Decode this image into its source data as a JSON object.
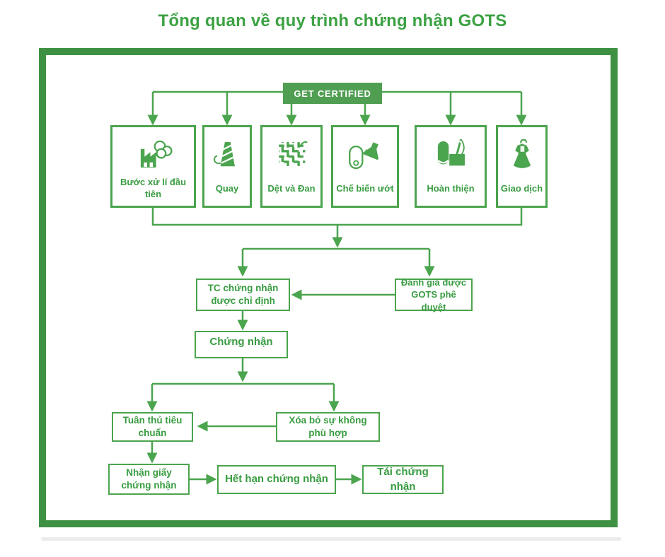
{
  "title": "Tổng quan về quy trình chứng nhận GOTS",
  "colors": {
    "line_green": "#4BA44E",
    "text_green": "#389C41",
    "frame_green": "#3E9142",
    "badge_green": "#4F9E52",
    "badge_text": "#FFFFFF"
  },
  "badge": {
    "label": "GET CERTIFIED"
  },
  "stages": [
    {
      "label": "Bước xử lí đầu tiên",
      "icon": "factory-cotton-icon"
    },
    {
      "label": "Quay",
      "icon": "yarn-cone-icon"
    },
    {
      "label": "Dệt và Đan",
      "icon": "woven-fabric-icon"
    },
    {
      "label": "Chế biến ướt",
      "icon": "wet-processing-icon"
    },
    {
      "label": "Hoàn thiện",
      "icon": "finishing-needle-icon"
    },
    {
      "label": "Giao dịch",
      "icon": "garment-hanger-icon"
    }
  ],
  "process": {
    "certifier": "TC chứng nhận được chỉ định",
    "assessment": "Đánh giá được GOTS phê duyệt",
    "certification": "Chứng nhận",
    "compliance": "Tuân thủ tiêu chuẩn",
    "nonconformity": "Xóa bỏ sự không phù hợp",
    "receive_certificate": "Nhận giấy chứng nhận",
    "certificate_expiry": "Hết hạn chứng nhận",
    "recertification": "Tái chứng nhận"
  }
}
